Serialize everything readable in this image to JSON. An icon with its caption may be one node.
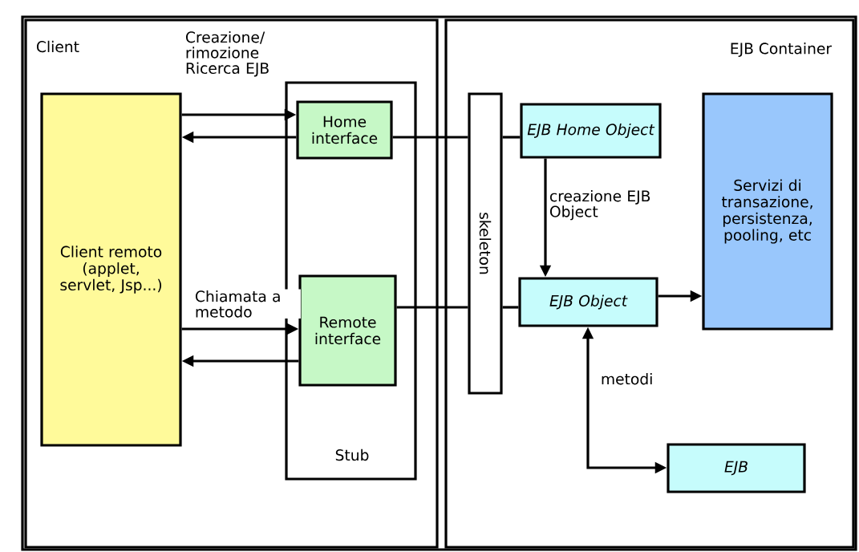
{
  "diagram": {
    "nodes": [
      {
        "text": [
          "Client"
        ]
      },
      {
        "text": [
          "Stub"
        ],
        "in": 0
      },
      {
        "text": [
          "Client remoto (applet, servlet, Jsp...)"
        ],
        "in": 0
      },
      {
        "text": [
          "Home interface"
        ],
        "in": 1
      },
      {
        "text": [
          "Remote interface"
        ],
        "in": 1
      },
      {
        "text": [
          "EJB Container"
        ]
      },
      {
        "text": [
          "skeleton"
        ],
        "in": 5
      },
      {
        "text": [
          "EJB Home Object"
        ],
        "in": 5
      },
      {
        "text": [
          "EJB Object"
        ],
        "in": 5
      },
      {
        "text": [
          "Servizi di transazione, persistenza, pooling, etc"
        ],
        "in": 5
      },
      {
        "text": [
          "EJB"
        ],
        "in": 5
      }
    ],
    "edges": [
      {
        "from": 2,
        "to": 3,
        "arrow": "to",
        "label": "Creazione/ rimozione Ricerca EJB"
      },
      {
        "from": 3,
        "to": 2,
        "arrow": "to"
      },
      {
        "from": 2,
        "to": 4,
        "arrow": "to",
        "label": "Chiamata a metodo"
      },
      {
        "from": 4,
        "to": 2,
        "arrow": "to"
      },
      {
        "from": 3,
        "to": 6,
        "arrow": "none"
      },
      {
        "from": 6,
        "to": 7,
        "arrow": "none"
      },
      {
        "from": 4,
        "to": 6,
        "arrow": "none"
      },
      {
        "from": 6,
        "to": 8,
        "arrow": "none"
      },
      {
        "from": 7,
        "to": 8,
        "arrow": "to",
        "label": "creazione EJB Object"
      },
      {
        "from": 8,
        "to": 9,
        "arrow": "to"
      },
      {
        "from": 8,
        "to": 10,
        "arrow": "both",
        "label": "metodi"
      }
    ]
  }
}
